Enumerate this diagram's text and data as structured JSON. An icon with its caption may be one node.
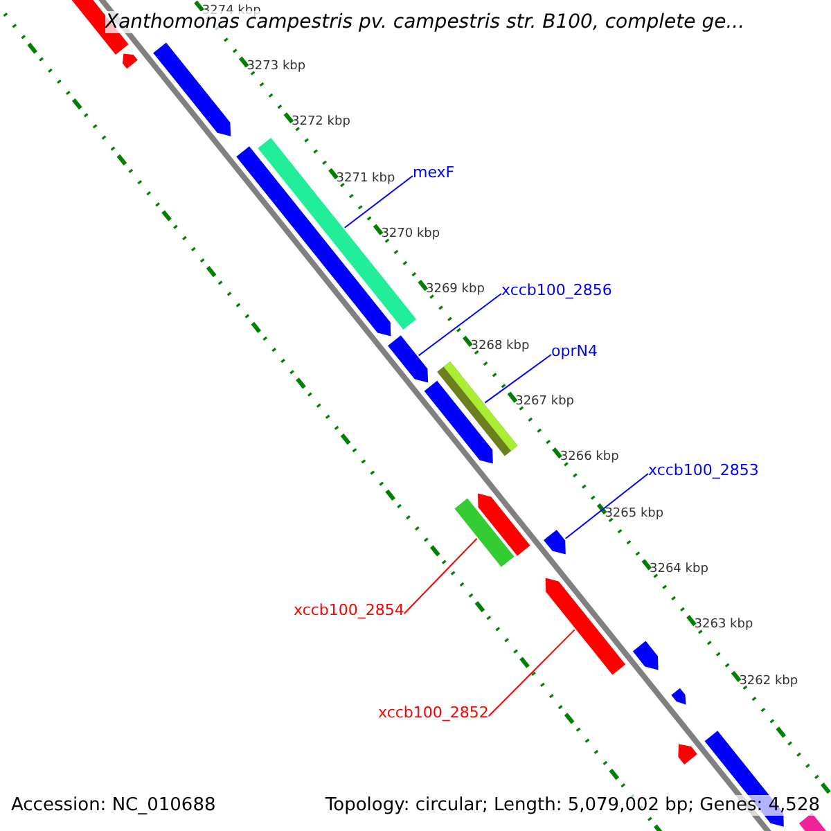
{
  "diagram": {
    "title": "Xanthomonas campestris pv. campestris str. B100, complete ge...",
    "nodes": [
      {
        "text": [
          "mexF"
        ]
      },
      {
        "text": [],
        "shape": "bar"
      },
      {
        "text": [
          "xccb100_2856"
        ]
      },
      {
        "text": [],
        "shape": "arrow"
      },
      {
        "text": [
          "oprN4"
        ]
      },
      {
        "text": [],
        "shape": "bar"
      },
      {
        "text": [
          "xccb100_2853"
        ]
      },
      {
        "text": [],
        "shape": "arrow"
      },
      {
        "text": [
          "xccb100_2854"
        ]
      },
      {
        "text": [],
        "shape": "bar"
      },
      {
        "text": [
          "xccb100_2852"
        ]
      },
      {
        "text": [],
        "shape": "arrow"
      }
    ],
    "edges": [
      {
        "from": 0,
        "to": 1,
        "arrow": "none"
      },
      {
        "from": 2,
        "to": 3,
        "arrow": "none"
      },
      {
        "from": 4,
        "to": 5,
        "arrow": "none"
      },
      {
        "from": 6,
        "to": 7,
        "arrow": "none"
      },
      {
        "from": 8,
        "to": 9,
        "arrow": "none",
        "color": "#ff0000"
      },
      {
        "from": 10,
        "to": 11,
        "arrow": "none",
        "color": "#ff0000"
      }
    ],
    "labels": [
      "3274 kbp",
      "3273 kbp",
      "3272 kbp",
      "3271 kbp",
      "3270 kbp",
      "3269 kbp",
      "3268 kbp",
      "3267 kbp",
      "3266 kbp",
      "3265 kbp",
      "3264 kbp",
      "3263 kbp",
      "3262 kbp",
      "Accession: NC_010688",
      "Topology: circular; Length: 5,079,002 bp; Genes: 4,528"
    ]
  }
}
